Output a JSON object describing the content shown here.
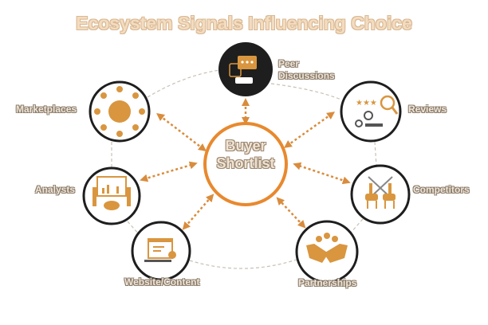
{
  "title": "Ecosystem Signals Influencing Choice",
  "center": {
    "line1": "Buyer",
    "line2": "Shortlist"
  },
  "nodes": {
    "peer": {
      "line1": "Peer",
      "line2": "Discussions",
      "icon": "chat-bubbles-icon"
    },
    "marketplaces": {
      "label": "Marketplaces",
      "icon": "network-handshake-icon"
    },
    "reviews": {
      "label": "Reviews",
      "icon": "star-rating-magnifier-icon"
    },
    "analysts": {
      "label": "Analysts",
      "icon": "analysts-presentation-icon"
    },
    "competitors": {
      "label": "Competitors",
      "icon": "knights-jousting-icon"
    },
    "website": {
      "label": "Website/Content",
      "icon": "browser-window-check-icon"
    },
    "partnerships": {
      "label": "Partnerships",
      "icon": "handshake-icon"
    }
  },
  "colors": {
    "accent": "#e8892e",
    "icon": "#d9963f",
    "ring": "#1e1e1e",
    "connector": "#c9c0b5"
  }
}
